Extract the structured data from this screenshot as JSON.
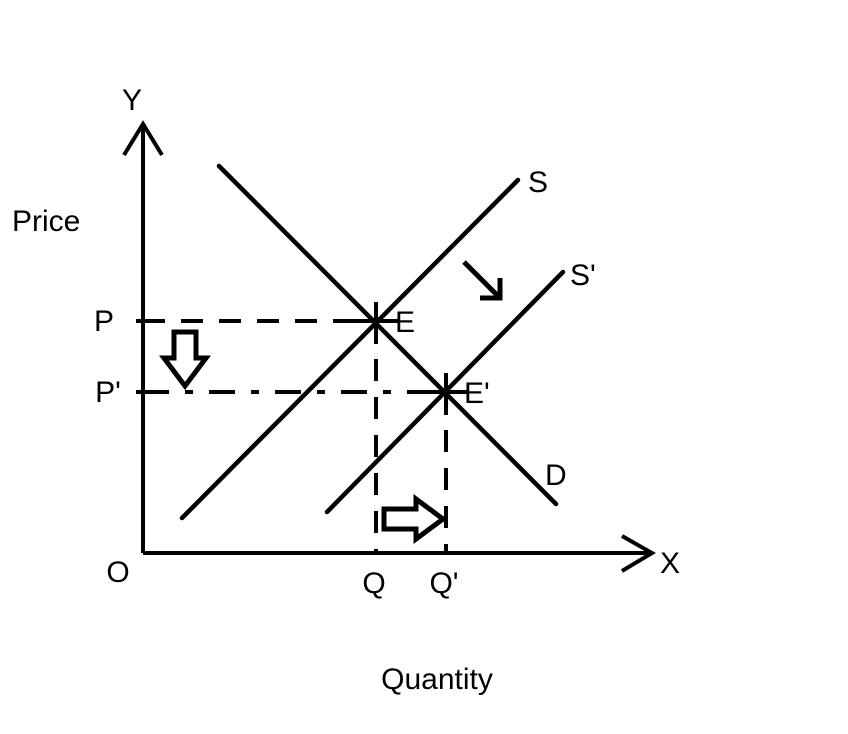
{
  "figure": {
    "title_visible": false,
    "background_color": "#ffffff",
    "ink_color": "#000000"
  },
  "axes": {
    "y_axis_name": "Y",
    "x_axis_name": "X",
    "origin_label": "O",
    "y_caption": "Price",
    "x_caption": "Quantity"
  },
  "tick_labels": {
    "price_initial": "P",
    "price_new": "P'",
    "quantity_initial": "Q",
    "quantity_new": "Q'"
  },
  "curves": [
    {
      "id": "demand",
      "label": "D",
      "kind": "demand",
      "slope": "downward"
    },
    {
      "id": "supply",
      "label": "S",
      "kind": "supply",
      "slope": "upward"
    },
    {
      "id": "supply_shifted",
      "label": "S'",
      "kind": "supply-shifted",
      "slope": "upward"
    }
  ],
  "points": [
    {
      "id": "equilibrium_initial",
      "label": "E",
      "price": "P",
      "quantity": "Q"
    },
    {
      "id": "equilibrium_new",
      "label": "E'",
      "price": "P'",
      "quantity": "Q'"
    }
  ],
  "annotations": [
    {
      "id": "price-fall-arrow",
      "direction": "down",
      "meaning": "price falls from P to P'"
    },
    {
      "id": "quantity-rise-arrow",
      "direction": "right",
      "meaning": "quantity rises from Q to Q'"
    },
    {
      "id": "supply-shift-arrow",
      "direction": "down-right",
      "meaning": "supply curve shifts right from S to S'"
    }
  ],
  "chart_data": {
    "type": "line",
    "title": "",
    "xlabel": "Quantity",
    "ylabel": "Price",
    "xlim": [
      0,
      10
    ],
    "ylim": [
      0,
      10
    ],
    "grid": false,
    "legend": "inline-curve-labels",
    "axis_tick_labels": {
      "x": [
        "O",
        "Q",
        "Q'",
        "X"
      ],
      "y": [
        "O",
        "P'",
        "P",
        "Y"
      ]
    },
    "series": [
      {
        "name": "D",
        "role": "demand",
        "x": [
          1.6,
          9.1
        ],
        "y": [
          9.0,
          1.2
        ],
        "annotation": "D"
      },
      {
        "name": "S",
        "role": "supply",
        "x": [
          0.9,
          8.6
        ],
        "y": [
          0.9,
          8.6
        ],
        "annotation": "S"
      },
      {
        "name": "S'",
        "role": "supply-shifted",
        "x": [
          4.0,
          9.5
        ],
        "y": [
          1.0,
          6.5
        ],
        "annotation": "S'"
      }
    ],
    "markers": [
      {
        "label": "E",
        "x": 4.8,
        "y": 4.8
      },
      {
        "label": "E'",
        "x": 6.2,
        "y": 3.4
      }
    ],
    "guide_lines": [
      {
        "from": "P",
        "to": "E",
        "orientation": "horizontal",
        "style": "dashed"
      },
      {
        "from": "E",
        "to": "Q",
        "orientation": "vertical",
        "style": "dashed"
      },
      {
        "from": "P'",
        "to": "E'",
        "orientation": "horizontal",
        "style": "dashed"
      },
      {
        "from": "E'",
        "to": "Q'",
        "orientation": "vertical",
        "style": "dashed"
      }
    ],
    "annotations": [
      {
        "text": "",
        "type": "arrow",
        "direction": "down",
        "meaning": "price decrease P to P'"
      },
      {
        "text": "",
        "type": "arrow",
        "direction": "right",
        "meaning": "quantity increase Q to Q'"
      },
      {
        "text": "",
        "type": "arrow",
        "direction": "down-right",
        "meaning": "supply shift S to S'"
      }
    ]
  }
}
